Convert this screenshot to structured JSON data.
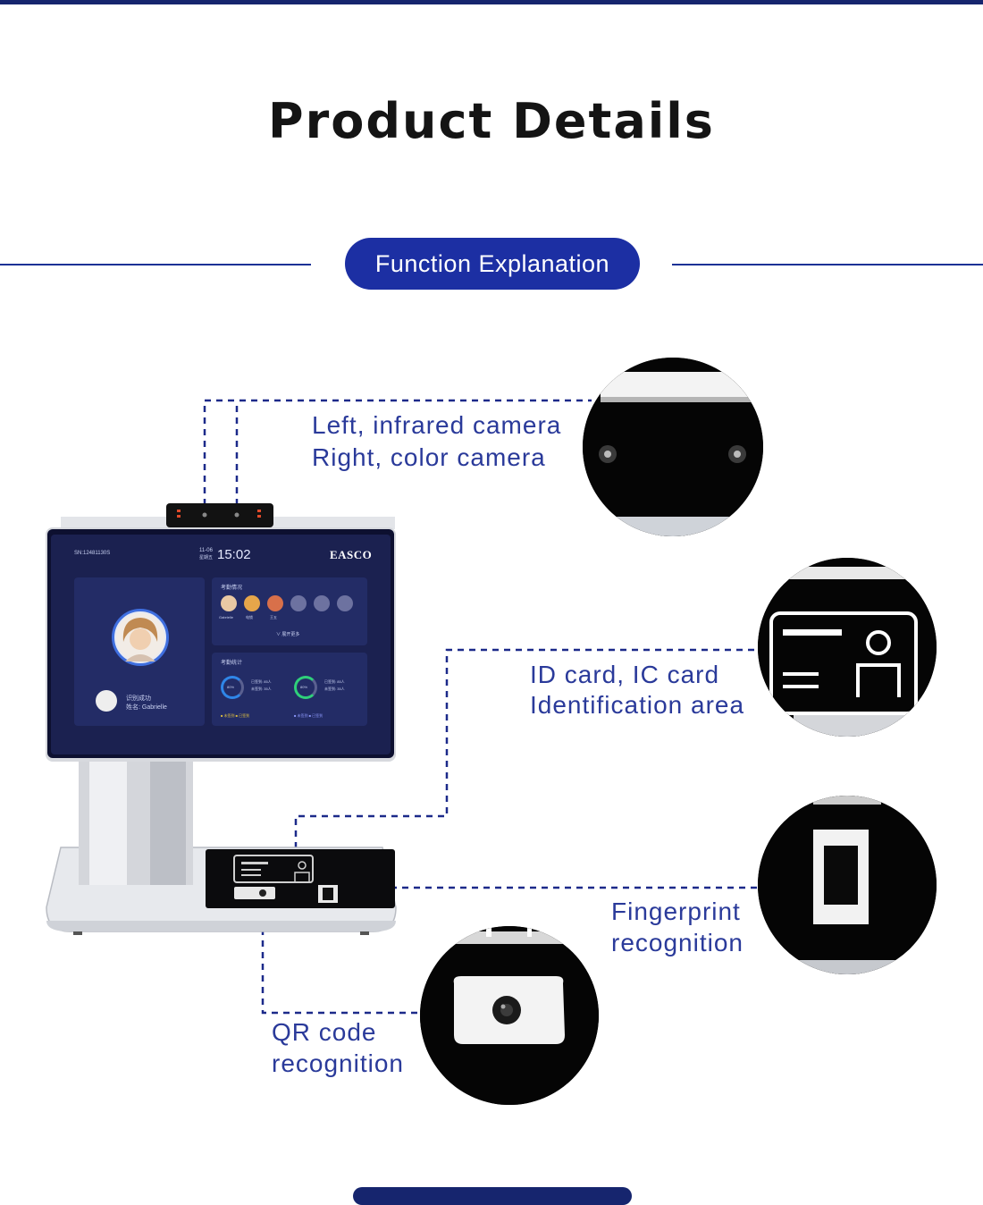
{
  "page": {
    "title": "Product Details",
    "badge": "Function Explanation"
  },
  "features": {
    "camera": {
      "line1": "Left, infrared camera",
      "line2": "Right, color camera",
      "icon": "camera-lenses-icon"
    },
    "card": {
      "line1": "ID card, IC card",
      "line2": "Identification area",
      "icon": "id-card-icon"
    },
    "fingerprint": {
      "line1": "Fingerprint",
      "line2": "recognition",
      "icon": "fingerprint-sensor-icon"
    },
    "qr": {
      "line1": "QR code",
      "line2": "recognition",
      "icon": "qr-scanner-icon"
    }
  },
  "device": {
    "brand": "EASCO",
    "time": "15:02",
    "date": "11-06",
    "weekday": "星期五",
    "status_bar": "SN:12481130S",
    "panel_attendance_title": "考勤情况",
    "panel_stats_title": "考勤统计",
    "attendee_names": [
      "Gabrielle",
      "电锁",
      "王五"
    ],
    "more_label": "∨ 展开更多",
    "stat_1_percent": "80%",
    "stat_1_line1": "已签到: 85人",
    "stat_1_line2": "未签到: 35人",
    "stat_2_percent": "80%",
    "stat_2_line1": "已签到: 85人",
    "stat_2_line2": "未签到: 35人",
    "legend_1": "■ 未签到 ■ 已签到",
    "legend_2": "■ 未签到 ■ 已签到",
    "result_text": "识别成功",
    "result_name": "姓名: Gabrielle"
  },
  "colors": {
    "accent": "#1c2fa3",
    "label": "#2a3a9a",
    "dash": "#1c2a8a",
    "screen_bg": "#1b2150"
  }
}
